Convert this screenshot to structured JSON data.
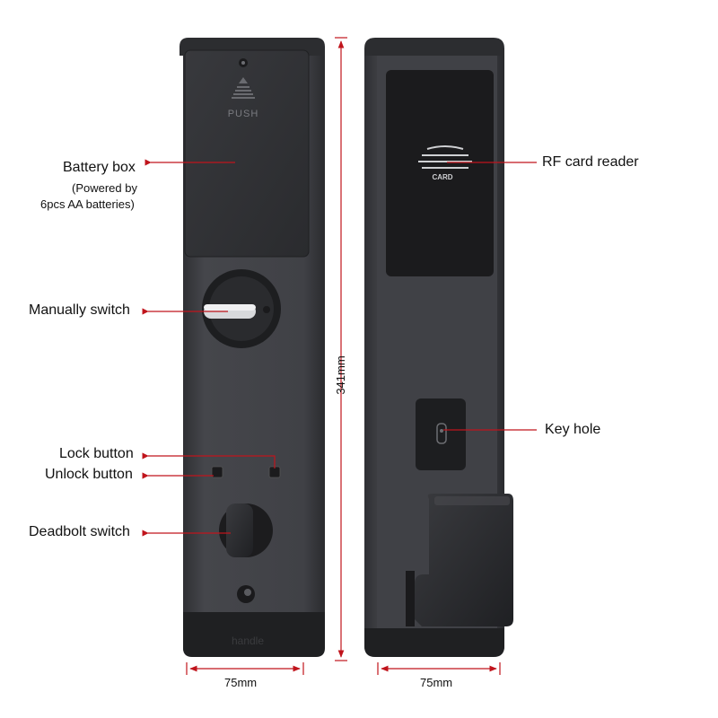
{
  "left_panel": {
    "push_text": "PUSH",
    "handle_text": "handle",
    "width_label": "75mm",
    "height_label": "341mm"
  },
  "right_panel": {
    "card_text": "CARD",
    "width_label": "75mm"
  },
  "callouts": {
    "battery_box": "Battery box",
    "battery_note_line1": "(Powered by",
    "battery_note_line2": "6pcs AA batteries)",
    "manually_switch": "Manually switch",
    "lock_button": "Lock button",
    "unlock_button": "Unlock button",
    "deadbolt_switch": "Deadbolt switch",
    "rf_card_reader": "RF card reader",
    "key_hole": "Key hole"
  },
  "colors": {
    "body": "#3e3f43",
    "body_dark": "#2b2c2f",
    "cover": "#313235",
    "black": "#1c1c1e",
    "leader": "#c0141c"
  }
}
